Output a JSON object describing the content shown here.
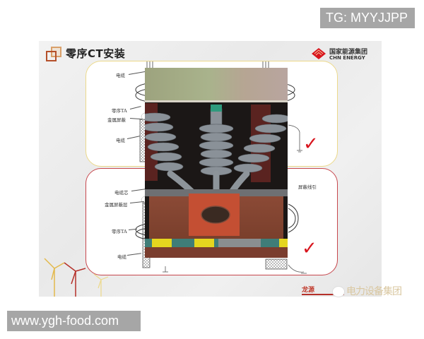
{
  "watermarks": {
    "top_right": "TG: MYYJJPP",
    "bottom_left": "www.ygh-food.com"
  },
  "slide": {
    "title": "零序CT安装",
    "logo": {
      "name_cn": "国家能源集团",
      "name_en": "CHN ENERGY",
      "color": "#d8151e"
    },
    "top_panel": {
      "border_color": "#ecd98a",
      "labels": [
        "电缆",
        "零序TA",
        "金属屏蔽",
        "电缆"
      ],
      "status": "correct"
    },
    "bottom_panel": {
      "border_color": "#c7474d",
      "labels": [
        "电缆芯",
        "金属屏蔽层",
        "零序TA",
        "电缆"
      ],
      "right_label": "屏蔽线引",
      "status": "correct"
    },
    "footer": {
      "brand_text": "龙源",
      "wechat_text": "电力设备集团"
    },
    "check_color": "#d8151e"
  }
}
